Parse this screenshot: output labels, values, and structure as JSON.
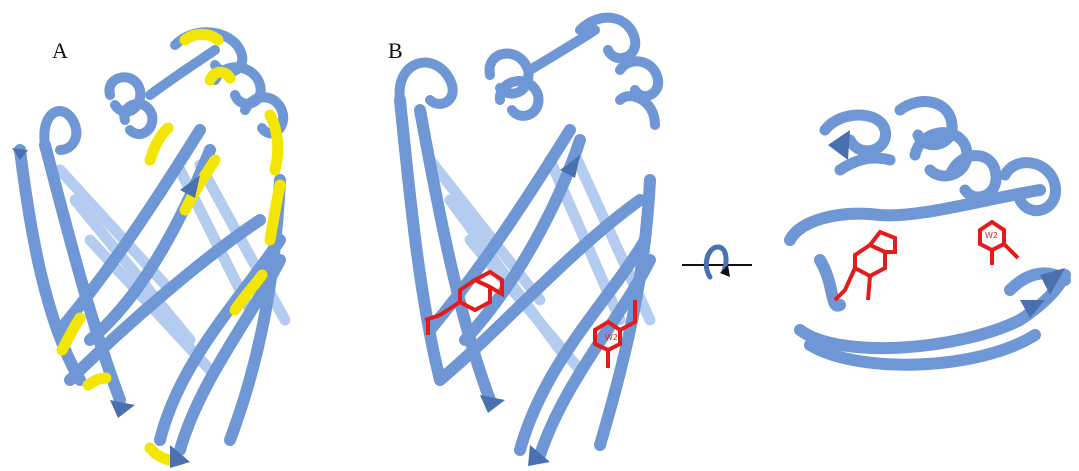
{
  "figure": {
    "panels": [
      {
        "label": "A",
        "view": "front",
        "highlight": "yellow-regions"
      },
      {
        "label": "B",
        "view": "front",
        "highlight": "red-ligands"
      },
      {
        "label": "",
        "view": "top-rotated",
        "highlight": "red-ligands"
      }
    ],
    "ligand_tag": "W2",
    "colors": {
      "ribbon": "#6f97d6",
      "ribbon_dark": "#4a70b0",
      "ribbon_light": "#a8c4ee",
      "highlight_yellow": "#f3e600",
      "ligand_red": "#e31b1b"
    },
    "icons": [
      "rotation-axis-icon"
    ]
  }
}
